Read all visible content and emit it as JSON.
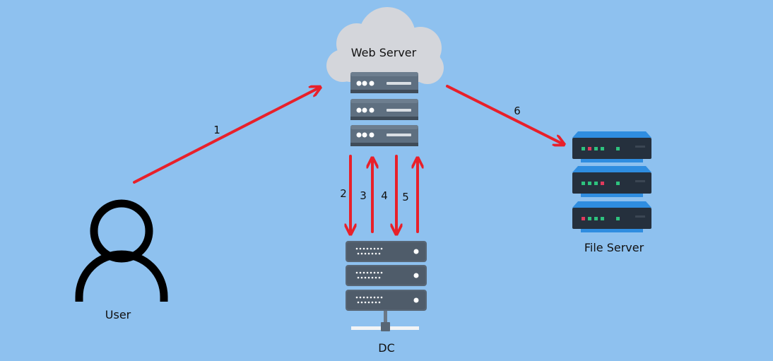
{
  "nodes": {
    "web_server": {
      "label": "Web Server"
    },
    "user": {
      "label": "User"
    },
    "dc": {
      "label": "DC"
    },
    "file_server": {
      "label": "File Server"
    }
  },
  "steps": [
    {
      "label": "1",
      "from": "User",
      "to": "Web Server"
    },
    {
      "label": "2",
      "from": "Web Server",
      "to": "DC"
    },
    {
      "label": "3",
      "from": "DC",
      "to": "Web Server"
    },
    {
      "label": "4",
      "from": "Web Server",
      "to": "DC"
    },
    {
      "label": "5",
      "from": "DC",
      "to": "Web Server"
    },
    {
      "label": "6",
      "from": "Web Server",
      "to": "File Server"
    }
  ],
  "colors": {
    "background": "#8ec1ef",
    "arrow": "#e8202a",
    "cloud": "#d4d6db",
    "web_server_body": "#5e6f80",
    "dc_body": "#586675",
    "file_server_body": "#25303d",
    "file_server_accent": "#2f8de0",
    "led_green": "#2ec27e",
    "led_red": "#e03a5c",
    "user_icon": "#000000"
  },
  "icons": {
    "cloud": "cloud-icon",
    "web_server": "server-stack-icon",
    "dc": "network-server-icon",
    "file_server": "storage-server-icon",
    "user": "user-icon"
  }
}
